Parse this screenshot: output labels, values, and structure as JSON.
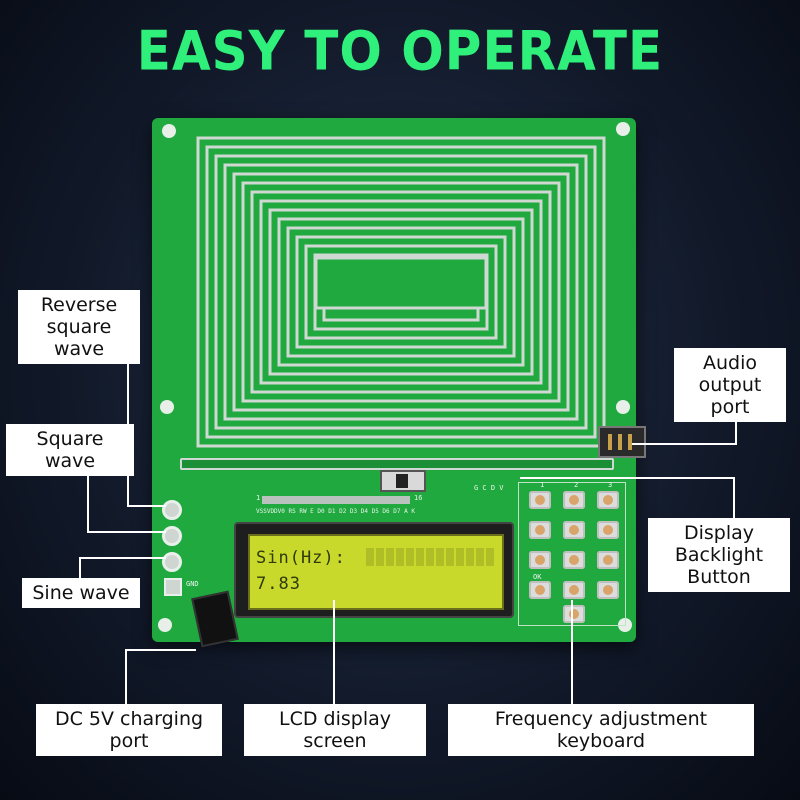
{
  "headline": "EASY TO OPERATE",
  "labels": {
    "reverse_square_line1": "Reverse",
    "reverse_square_line2": "square wave",
    "square_wave": "Square wave",
    "sine_wave": "Sine wave",
    "audio_line1": "Audio",
    "audio_line2": "output port",
    "backlight_line1": "Display",
    "backlight_line2": "Backlight Button",
    "dc_port": "DC 5V charging port",
    "lcd": "LCD display screen",
    "keyboard": "Frequency adjustment keyboard"
  },
  "lcd_display": {
    "line1": "Sin(Hz):",
    "line2": "7.83"
  },
  "pcb_markings": {
    "header_pins": "VSSVDDV0 RS RW E  D0 D1 D2 D3 D4 D5 D6 D7  A  K",
    "pin_one": "1",
    "pin_last": "16",
    "gnd": "GND",
    "gcdv": "G C D V",
    "key_ok": "OK",
    "key_1": "1",
    "key_2": "2",
    "key_3": "3"
  },
  "colors": {
    "headline": "#2ef07a",
    "pcb": "#1fa93e",
    "lcd_backlight": "#c9d92c"
  }
}
